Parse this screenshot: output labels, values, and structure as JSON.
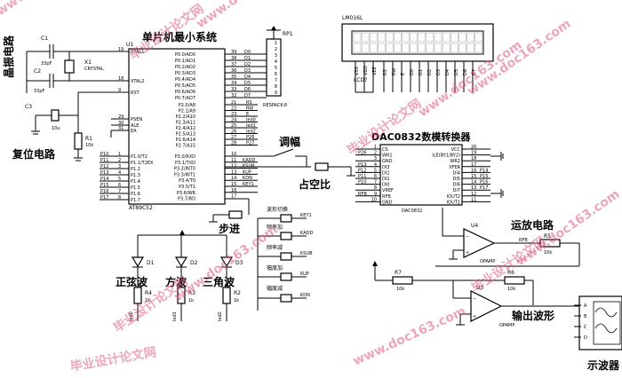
{
  "labels": {
    "crystal_caption": "晶振电路",
    "reset_caption": "复位电路",
    "mcu_caption": "单片机最小系统",
    "lcd_caption": "LCD?",
    "lcd_model": "LM016L",
    "dac_caption": "DAC0832数模转换器",
    "opamp_caption": "运放电路",
    "output_caption": "输出波形",
    "scope_caption": "示波器",
    "duty_caption": "占空比",
    "amp_caption": "调幅",
    "step_caption": "步进",
    "sine_caption": "正弦波",
    "square_caption": "方波",
    "triangle_caption": "三角波",
    "wave_switch": "波形切换",
    "freq_up": "频率加",
    "freq_down": "频率减",
    "amp_up": "幅度加",
    "amp_down": "幅度减"
  },
  "parts": {
    "c1": "C1",
    "c1_val": "33pF",
    "c2": "C2",
    "c2_val": "33pF",
    "x1": "X1",
    "x1_val": "CRYSTAL",
    "c3": "C3",
    "c3_val": "10u",
    "r1": "R1",
    "r1_val": "10k",
    "u1": "U1",
    "u1_model": "AT89C52",
    "rp1": "RP1",
    "rp1_model": "RESPACK-8",
    "u2_model": "DAC0832",
    "u3": "U3",
    "u4": "U4",
    "opamp": "OPAMP",
    "r5": "R5",
    "r5_val": "10k",
    "r6": "R6",
    "r6_val": "10k",
    "r7": "R7",
    "r7_val": "10k",
    "d1": "D1",
    "d2": "D2",
    "d3": "D3",
    "r2": "R2",
    "r3": "R3",
    "r4": "R4",
    "r_val": "1k",
    "rfb": "RFB"
  },
  "mcu_pins": {
    "left_nums": [
      "19",
      "18",
      "9",
      "29",
      "30",
      "31",
      "1",
      "2",
      "3",
      "4",
      "5",
      "6",
      "7",
      "8"
    ],
    "left_names": [
      "XTAL1",
      "XTAL2",
      "RST",
      "PSEN",
      "ALE",
      "EA",
      "P1.0/T2",
      "P1.1/T2EX",
      "P1.2",
      "P1.3",
      "P1.4",
      "P1.5",
      "P1.6",
      "P1.7"
    ],
    "p1_nets": [
      "P10",
      "P11",
      "P12",
      "P13",
      "P14",
      "P15",
      "P16",
      "P17"
    ],
    "p0_names": [
      "P0.0/AD0",
      "P0.1/AD1",
      "P0.2/AD2",
      "P0.3/AD3",
      "P0.4/AD4",
      "P0.5/AD5",
      "P0.6/AD6",
      "P0.7/AD7"
    ],
    "p0_nums": [
      "39",
      "38",
      "37",
      "36",
      "35",
      "34",
      "33",
      "32"
    ],
    "p0_nets": [
      "D0",
      "D1",
      "D2",
      "D3",
      "D4",
      "D5",
      "D6",
      "D7"
    ],
    "p2_names": [
      "P2.0/A8",
      "P2.1/A9",
      "P2.2/A10",
      "P2.3/A11",
      "P2.4/A12",
      "P2.5/A13",
      "P2.6/A14",
      "P2.7/A15"
    ],
    "p2_nums": [
      "21",
      "22",
      "23",
      "24",
      "25",
      "26",
      "27",
      "28"
    ],
    "p2_nets": [
      "RS",
      "RW",
      "E",
      "led0",
      "led1",
      "led2",
      "P26",
      "P27"
    ],
    "p3_names": [
      "P3.0/RXD",
      "P3.1/TXD",
      "P3.2/INT0",
      "P3.3/INT1",
      "P3.4/T0",
      "P3.5/T1",
      "P3.6/WR",
      "P3.7/RD"
    ],
    "p3_nums": [
      "10",
      "11",
      "12",
      "13",
      "14",
      "15",
      "16",
      "17"
    ],
    "p3_nets": [
      "",
      "KADD",
      "KSUB",
      "KUP",
      "KDN",
      "KEY1",
      ""
    ]
  },
  "rp_pins": [
    "1",
    "2",
    "3",
    "4",
    "5",
    "6",
    "7",
    "8",
    "9"
  ],
  "lcd_pins": [
    "VSS",
    "VDD",
    "VEE",
    "RS",
    "RW",
    "E",
    "D0",
    "D1",
    "D2",
    "D3",
    "D4",
    "D5",
    "D6",
    "D7"
  ],
  "dac_pins": {
    "left_names": [
      "CS",
      "WR1",
      "GND",
      "DI3",
      "DI2",
      "DI1",
      "DI0",
      "VREF",
      "RFB",
      "GND"
    ],
    "left_nums": [
      "1",
      "2",
      "3",
      "4",
      "5",
      "6",
      "7",
      "8",
      "9",
      "10"
    ],
    "left_nets": [
      "",
      "P26",
      "",
      "P13",
      "P12",
      "P11",
      "P10",
      "",
      "RFB",
      ""
    ],
    "right_names": [
      "VCC",
      "ILE(BY1/BY2)",
      "WR2",
      "XFER",
      "DI4",
      "DI5",
      "DI6",
      "DI7",
      "IOUT2",
      "IOUT1"
    ],
    "right_nums": [
      "20",
      "19",
      "18",
      "17",
      "16",
      "15",
      "14",
      "13",
      "12",
      "11"
    ],
    "right_nets": [
      "",
      "",
      "",
      "",
      "P14",
      "P15",
      "P16",
      "P17",
      "",
      ""
    ]
  },
  "keys": [
    "KEY1",
    "KADD",
    "KSUB",
    "KUP",
    "KDN"
  ],
  "led_nets": [
    "led0",
    "led1",
    "led2"
  ],
  "scope_channels": [
    "A",
    "B",
    "C",
    "D"
  ],
  "watermarks": [
    "毕业设计论文网",
    "www.doc163.com"
  ]
}
